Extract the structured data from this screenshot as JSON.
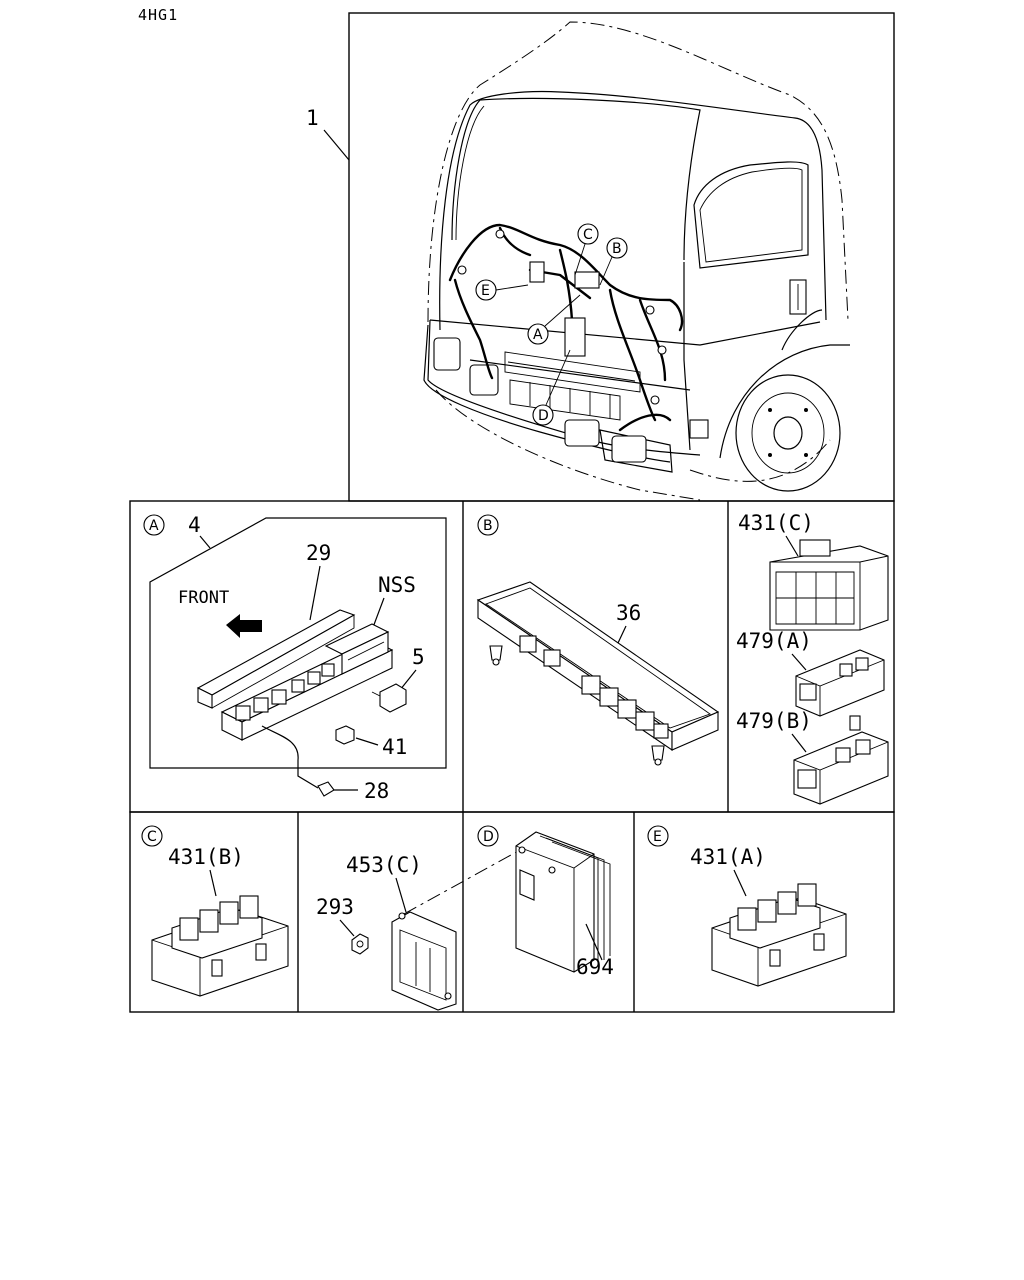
{
  "page_code": "4HG1",
  "callouts": {
    "harness": "1",
    "relay_block": "4",
    "bracket": "29",
    "nss": "NSS",
    "item5": "5",
    "item41": "41",
    "item28": "28",
    "front": "FRONT",
    "item36": "36",
    "c431c": "431(C)",
    "c479a": "479(A)",
    "c479b": "479(B)",
    "c431b": "431(B)",
    "c453c": "453(C)",
    "item293": "293",
    "item694": "694",
    "c431a": "431(A)"
  },
  "markers": {
    "a": "A",
    "b": "B",
    "c": "C",
    "d": "D",
    "e": "E"
  }
}
